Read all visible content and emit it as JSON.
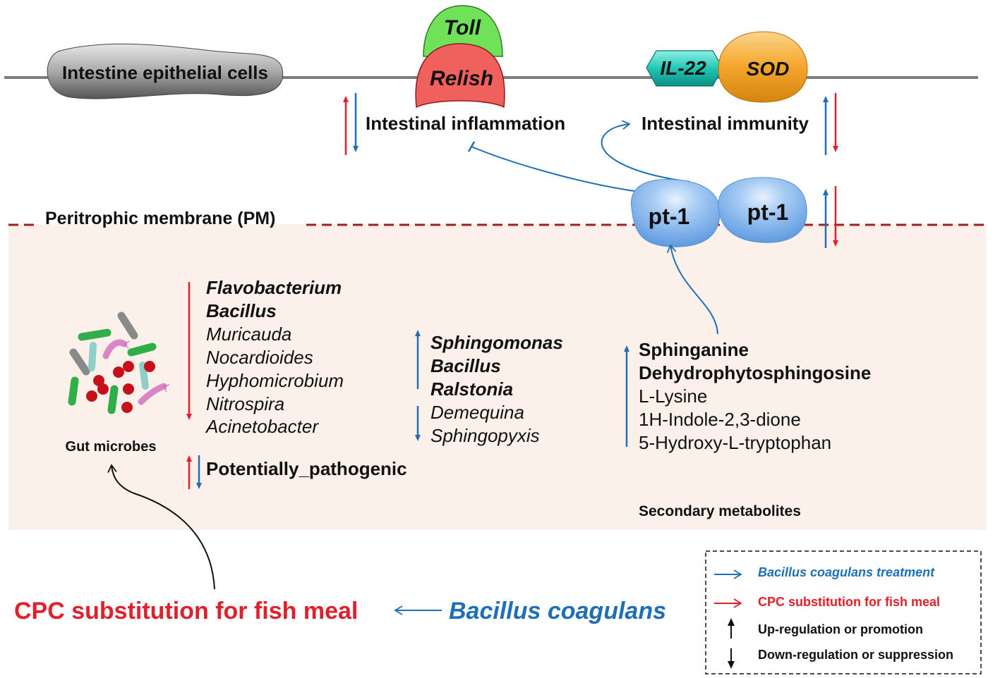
{
  "membrane": {
    "epithelial_label": "Intestine epithelial cells",
    "toll": "Toll",
    "relish": "Relish",
    "il22": "IL-22",
    "sod": "SOD",
    "inflammation": "Intestinal inflammation",
    "immunity": "Intestinal immunity"
  },
  "pm": {
    "label": "Peritrophic membrane (PM)",
    "pt1_left": "pt-1",
    "pt1_right": "pt-1"
  },
  "microbes": {
    "label": "Gut microbes",
    "down_genera": [
      "Flavobacterium",
      "Bacillus",
      "Muricauda",
      "Nocardioides",
      "Hyphomicrobium",
      "Nitrospira",
      "Acinetobacter"
    ],
    "up_genera_b": [
      "Sphingomonas",
      "Bacillus",
      "Ralstonia"
    ],
    "down_genera_b": [
      "Demequina",
      "Sphingopyxis"
    ],
    "potential": "Potentially_pathogenic"
  },
  "metabolites": {
    "items": [
      "Sphinganine",
      "Dehydrophytosphingosine",
      "L-Lysine",
      "1H-Indole-2,3-dione",
      "5-Hydroxy-L-tryptophan"
    ],
    "label": "Secondary metabolites"
  },
  "bottom": {
    "cpc": "CPC substitution for fish meal",
    "bc": "Bacillus coagulans"
  },
  "legend": {
    "blue": "Bacillus coagulans treatment",
    "red": "CPC substitution for fish meal",
    "up": "Up-regulation or promotion",
    "down": "Down-regulation or suppression"
  },
  "colors": {
    "red": "#e0202a",
    "blue": "#1e6fb8",
    "pm_fill": "#fcf1ea",
    "pm_line": "#a32020",
    "toll_green": "#6fe25a",
    "relish_red": "#f0605c",
    "il22_teal": "#1fc7b5",
    "sod_orange": "#f4a52a",
    "pt1_blue": "#8cbef0"
  }
}
